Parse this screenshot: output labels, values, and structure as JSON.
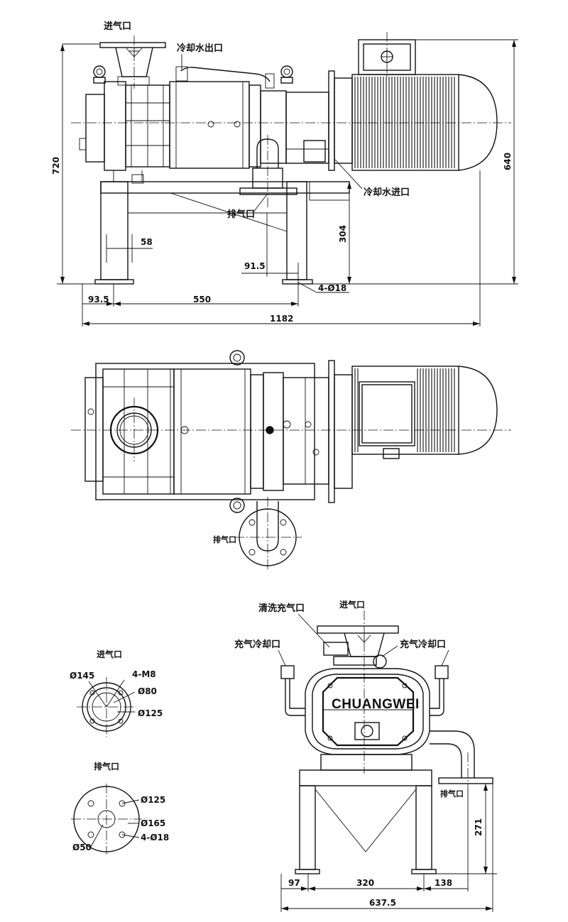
{
  "labels": {
    "inlet": "进气口",
    "coolant_out": "冷却水出口",
    "coolant_in": "冷却水进口",
    "exhaust": "排气口",
    "purge_inlet": "清洗充气口",
    "gas_cooling": "充气冷却口",
    "brand": "CHUANGWEI"
  },
  "dimensions": {
    "front": {
      "height_total": "720",
      "height_motor": "640",
      "height_base": "304",
      "d58": "58",
      "d91_5": "91.5",
      "d93_5": "93.5",
      "d550": "550",
      "d1182": "1182",
      "bolt_holes": "4-Ø18"
    },
    "inlet_flange": {
      "outer": "Ø145",
      "holes": "4-M8",
      "bore": "Ø80",
      "pcd": "Ø125"
    },
    "exhaust_flange": {
      "pcd": "Ø125",
      "outer": "Ø165",
      "holes": "4-Ø18",
      "bore": "Ø50"
    },
    "side": {
      "d271": "271",
      "d97": "97",
      "d320": "320",
      "d138": "138",
      "d637_5": "637.5"
    }
  }
}
